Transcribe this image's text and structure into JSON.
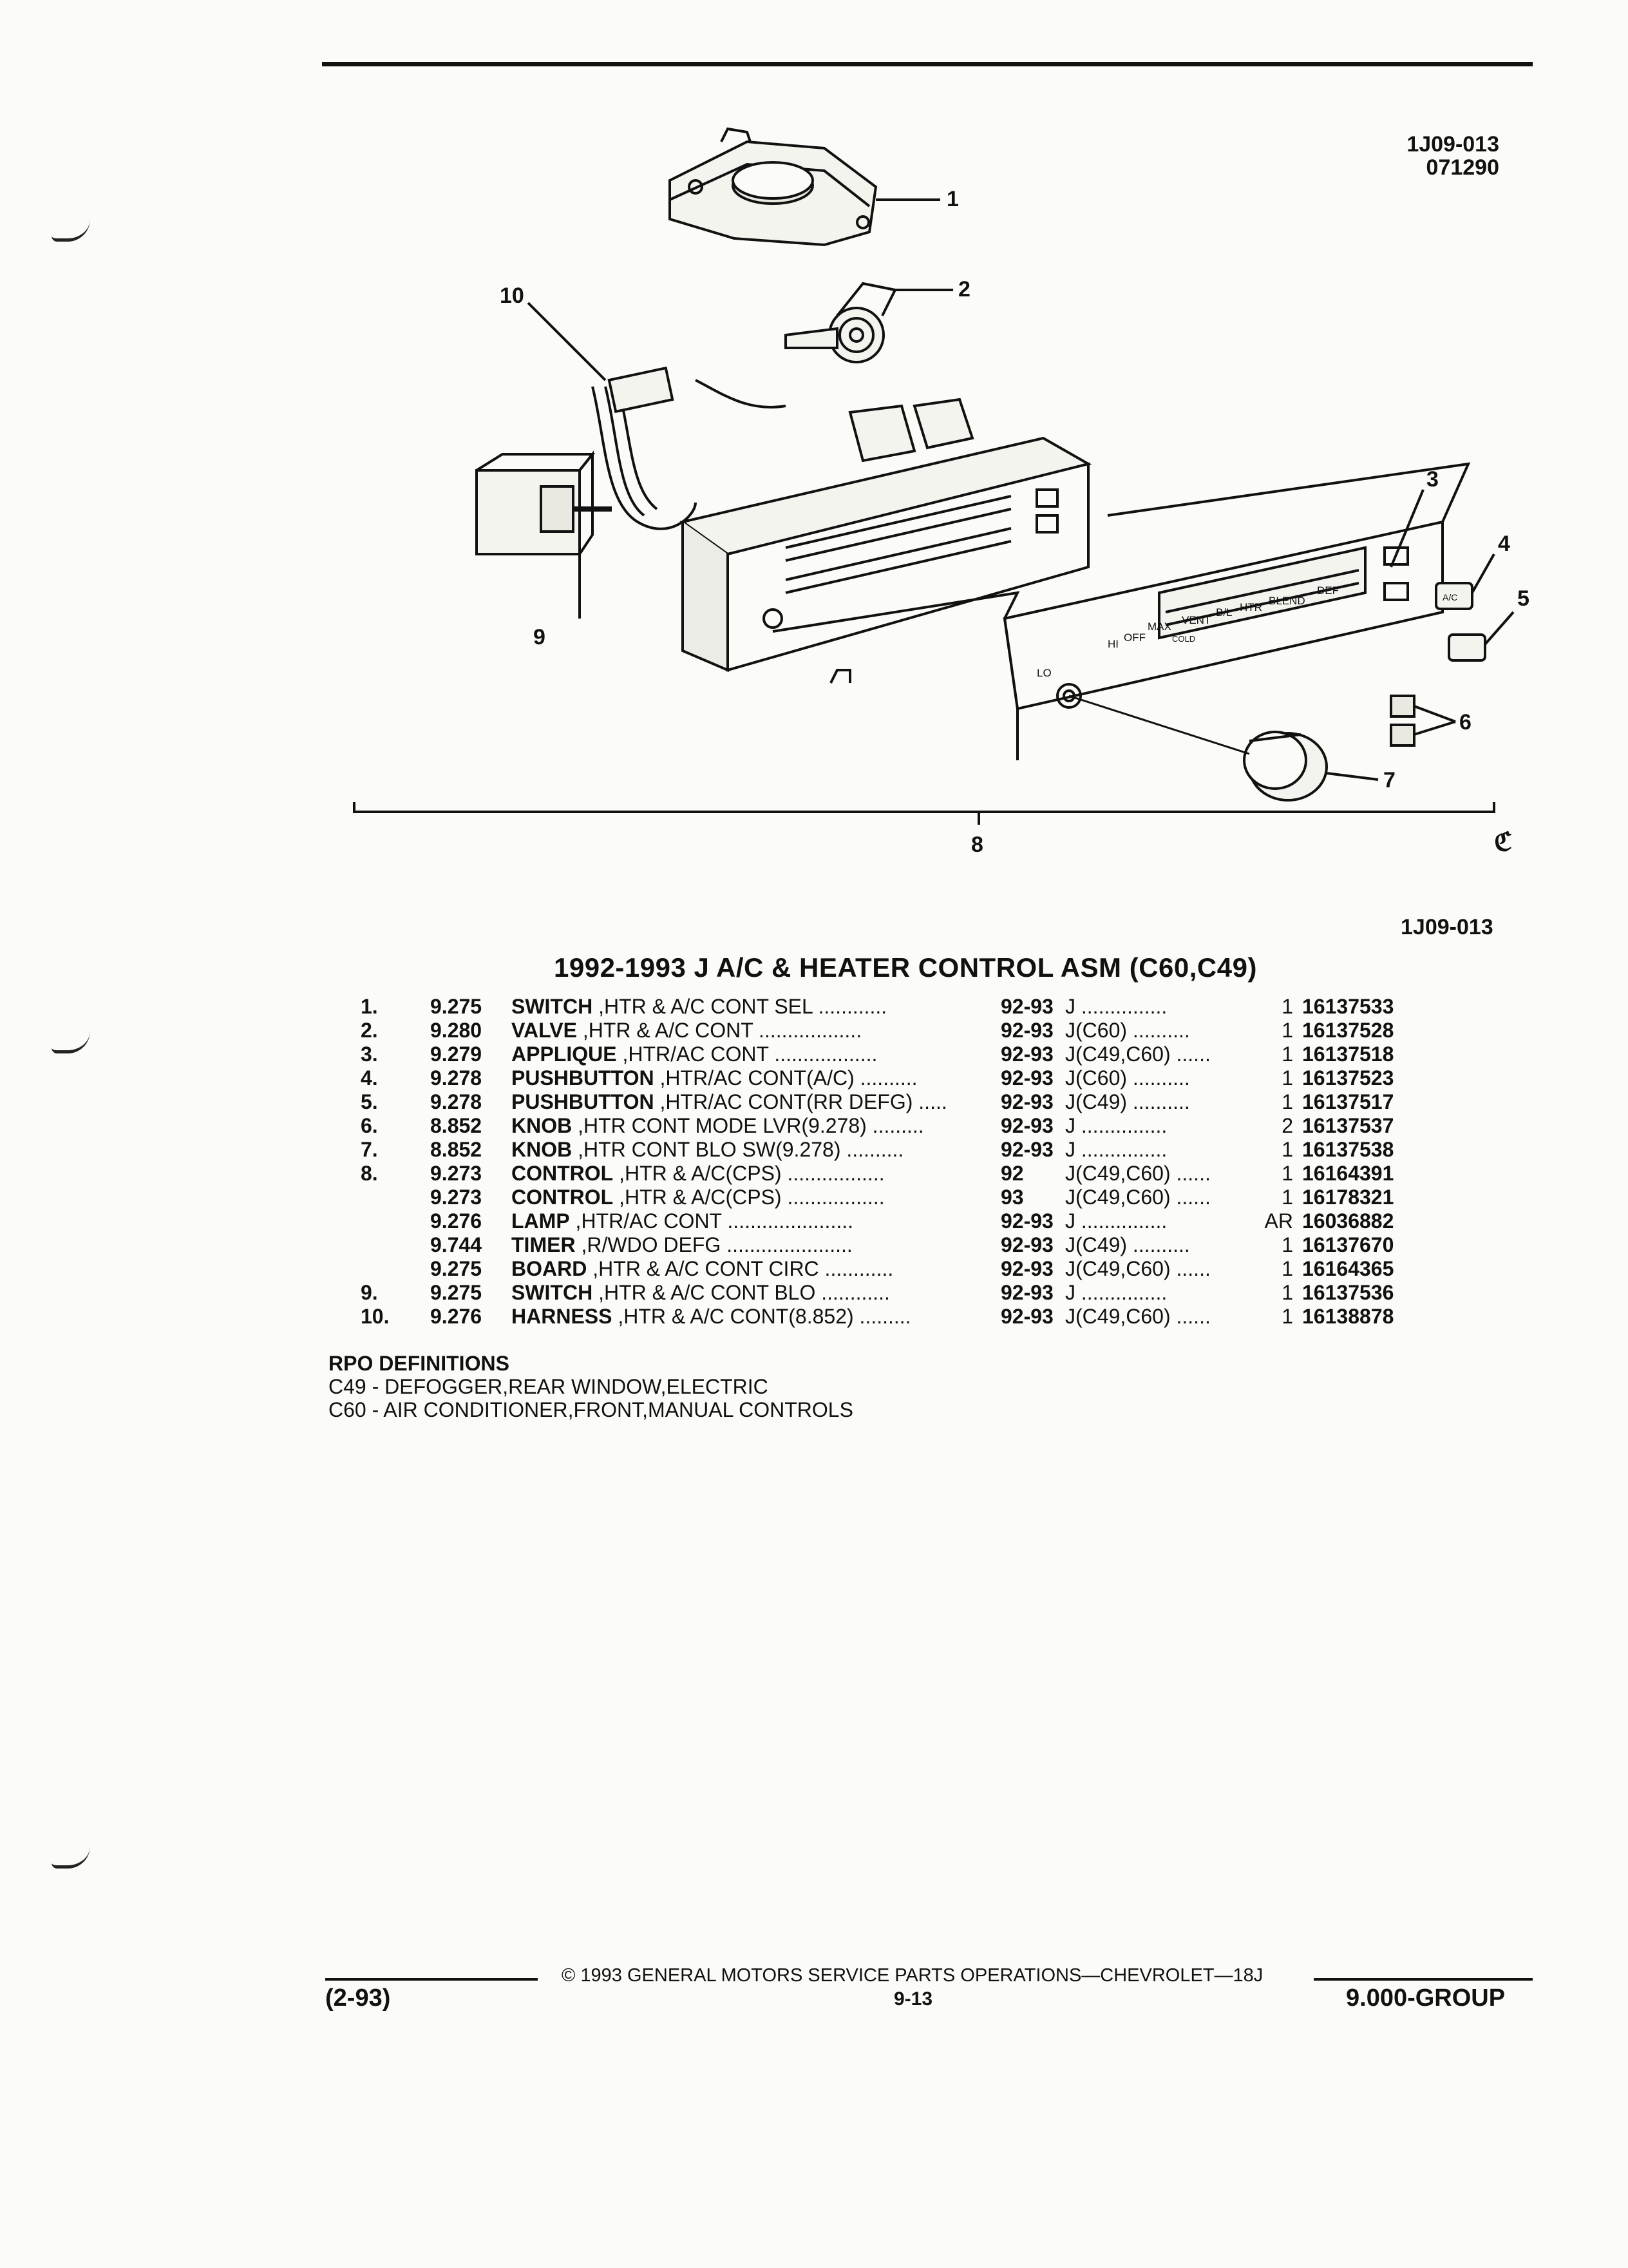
{
  "header": {
    "ref_code": "1J09-013",
    "ref_date": "071290"
  },
  "figure": {
    "code": "1J09-013",
    "callouts": [
      "1",
      "2",
      "3",
      "4",
      "5",
      "6",
      "7",
      "8",
      "9",
      "10"
    ],
    "panel_labels": {
      "lo": "LO",
      "hi": "HI",
      "off": "OFF",
      "max": "MAX",
      "vent": "VENT",
      "bl": "B/L",
      "htr": "HTR",
      "blend": "BLEND",
      "def": "DEF",
      "cold": "COLD",
      "ac": "A/C"
    }
  },
  "title": "1992-1993 J A/C & HEATER CONTROL ASM (C60,C49)",
  "parts": [
    {
      "idx": "1.",
      "grp": "9.275",
      "name": "SWITCH",
      "desc": " ,HTR & A/C CONT SEL",
      "dots": " ............",
      "yr": "92-93",
      "app": "J ...............",
      "qty": "1",
      "pn": "16137533"
    },
    {
      "idx": "2.",
      "grp": "9.280",
      "name": "VALVE",
      "desc": " ,HTR & A/C CONT",
      "dots": " ..................",
      "yr": "92-93",
      "app": "J(C60) ..........",
      "qty": "1",
      "pn": "16137528"
    },
    {
      "idx": "3.",
      "grp": "9.279",
      "name": "APPLIQUE",
      "desc": " ,HTR/AC CONT",
      "dots": " ..................",
      "yr": "92-93",
      "app": "J(C49,C60) ......",
      "qty": "1",
      "pn": "16137518"
    },
    {
      "idx": "4.",
      "grp": "9.278",
      "name": "PUSHBUTTON",
      "desc": " ,HTR/AC CONT(A/C)",
      "dots": " ..........",
      "yr": "92-93",
      "app": "J(C60) ..........",
      "qty": "1",
      "pn": "16137523"
    },
    {
      "idx": "5.",
      "grp": "9.278",
      "name": "PUSHBUTTON",
      "desc": " ,HTR/AC CONT(RR DEFG)",
      "dots": " .....",
      "yr": "92-93",
      "app": "J(C49) ..........",
      "qty": "1",
      "pn": "16137517"
    },
    {
      "idx": "6.",
      "grp": "8.852",
      "name": "KNOB",
      "desc": " ,HTR CONT MODE LVR(9.278)",
      "dots": " .........",
      "yr": "92-93",
      "app": "J ...............",
      "qty": "2",
      "pn": "16137537"
    },
    {
      "idx": "7.",
      "grp": "8.852",
      "name": "KNOB",
      "desc": " ,HTR CONT BLO SW(9.278)",
      "dots": " ..........",
      "yr": "92-93",
      "app": "J ...............",
      "qty": "1",
      "pn": "16137538"
    },
    {
      "idx": "8.",
      "grp": "9.273",
      "name": "CONTROL",
      "desc": " ,HTR & A/C(CPS)",
      "dots": " .................",
      "yr": "92",
      "app": "J(C49,C60) ......",
      "qty": "1",
      "pn": "16164391"
    },
    {
      "idx": "",
      "grp": "9.273",
      "name": "CONTROL",
      "desc": " ,HTR & A/C(CPS)",
      "dots": " .................",
      "yr": "93",
      "app": "J(C49,C60) ......",
      "qty": "1",
      "pn": "16178321"
    },
    {
      "idx": "",
      "grp": "9.276",
      "name": "LAMP",
      "desc": " ,HTR/AC CONT",
      "dots": " ......................",
      "yr": "92-93",
      "app": "J ...............",
      "qty": "AR",
      "pn": "16036882"
    },
    {
      "idx": "",
      "grp": "9.744",
      "name": "TIMER",
      "desc": " ,R/WDO DEFG",
      "dots": " ......................",
      "yr": "92-93",
      "app": "J(C49) ..........",
      "qty": "1",
      "pn": "16137670"
    },
    {
      "idx": "",
      "grp": "9.275",
      "name": "BOARD",
      "desc": " ,HTR & A/C CONT CIRC",
      "dots": " ............",
      "yr": "92-93",
      "app": "J(C49,C60) ......",
      "qty": "1",
      "pn": "16164365"
    },
    {
      "idx": "9.",
      "grp": "9.275",
      "name": "SWITCH",
      "desc": " ,HTR & A/C CONT BLO",
      "dots": " ............",
      "yr": "92-93",
      "app": "J ...............",
      "qty": "1",
      "pn": "16137536"
    },
    {
      "idx": "10.",
      "grp": "9.276",
      "name": "HARNESS",
      "desc": " ,HTR & A/C CONT(8.852)",
      "dots": " .........",
      "yr": "92-93",
      "app": "J(C49,C60) ......",
      "qty": "1",
      "pn": "16138878"
    }
  ],
  "rpo": {
    "heading": "RPO DEFINITIONS",
    "items": [
      "C49 - DEFOGGER,REAR WINDOW,ELECTRIC",
      "C60 - AIR CONDITIONER,FRONT,MANUAL CONTROLS"
    ]
  },
  "footer": {
    "copyright": "© 1993 GENERAL MOTORS SERVICE PARTS OPERATIONS—CHEVROLET—18J",
    "date": "(2-93)",
    "page": "9-13",
    "group": "9.000-GROUP"
  }
}
